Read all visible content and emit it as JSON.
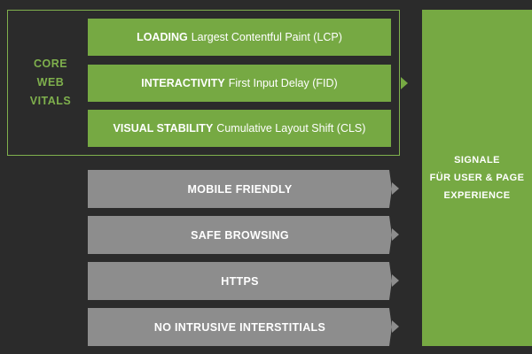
{
  "core_web_vitals": {
    "label_lines": [
      "CORE",
      "WEB",
      "VITALS"
    ],
    "items": [
      {
        "strong": "LOADING",
        "text": "Largest Contentful Paint (LCP)"
      },
      {
        "strong": "INTERACTIVITY",
        "text": "First Input Delay (FID)"
      },
      {
        "strong": "VISUAL STABILITY",
        "text": "Cumulative Layout Shift (CLS)"
      }
    ]
  },
  "other_signals": [
    "MOBILE FRIENDLY",
    "SAFE BROWSING",
    "HTTPS",
    "NO INTRUSIVE INTERSTITIALS"
  ],
  "target": {
    "lines": [
      "SIGNALE",
      "FÜR USER & PAGE",
      "EXPERIENCE"
    ]
  },
  "colors": {
    "background": "#2b2b2b",
    "green": "#76a943",
    "green_outline": "#7fb04d",
    "grey": "#8d8d8d",
    "text": "#ffffff"
  }
}
